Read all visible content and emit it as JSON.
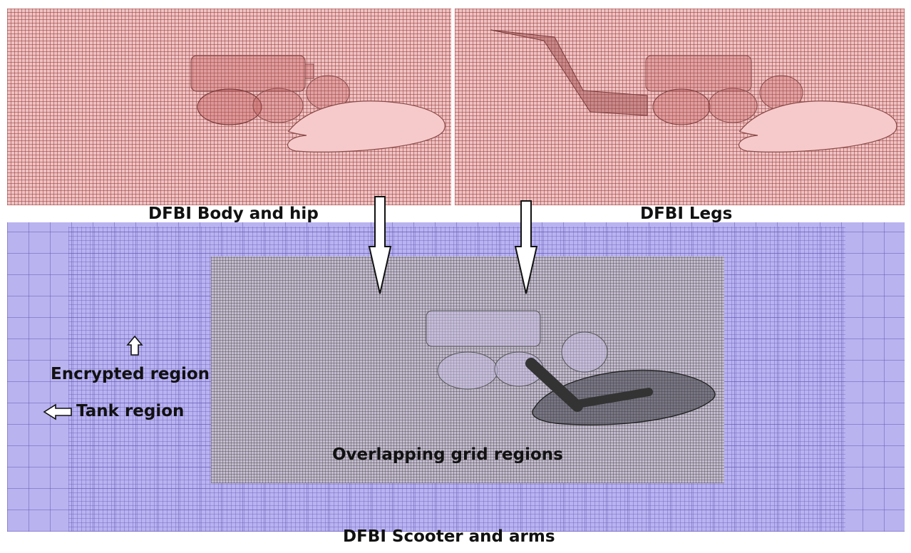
{
  "labels": {
    "body_hip": "DFBI Body and hip",
    "legs": "DFBI Legs",
    "scooter_arms": "DFBI Scooter and arms",
    "encrypted_region": "Encrypted region",
    "tank_region": "Tank region",
    "overlapping_grid": "Overlapping grid regions"
  },
  "colors": {
    "red_mesh": "#f0c2c2",
    "blue_mesh": "#b9b3f0",
    "overlap_mesh": "#c4bccf"
  }
}
